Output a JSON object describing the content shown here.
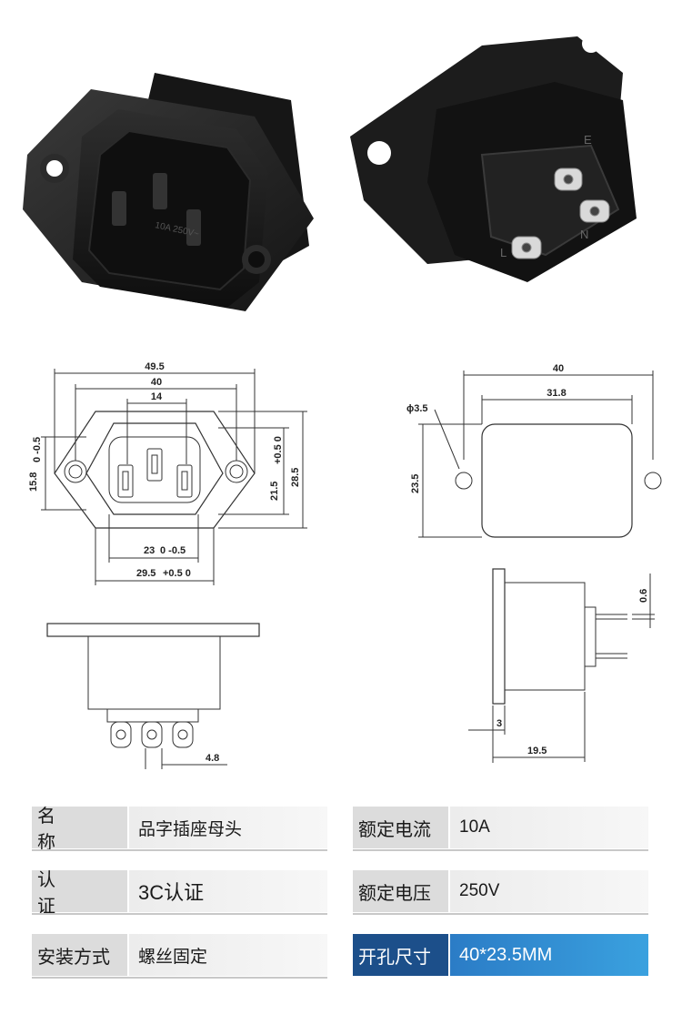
{
  "photos": {
    "front_face_text": "10A 250V~",
    "back_marks": [
      "E",
      "L",
      "N"
    ]
  },
  "drawings": {
    "front": {
      "w_overall": "49.5",
      "w_body": "40",
      "w_pins": "14",
      "h_left": "15.8",
      "h_left_tol": "0 -0.5",
      "h_mid": "21.5",
      "h_mid_tol": "+0.5 0",
      "h_right": "28.5",
      "b_inner": "23",
      "b_inner_tol": "0 -0.5",
      "b_outer": "29.5",
      "b_outer_tol": "+0.5 0"
    },
    "cutout": {
      "w_overall": "40",
      "w_body": "31.8",
      "hole_dia": "ϕ3.5",
      "height": "23.5"
    },
    "side": {
      "thickness": "0.6",
      "flange": "3",
      "depth": "19.5"
    },
    "bottom": {
      "pitch": "4.8"
    }
  },
  "specs": {
    "rows": [
      {
        "label": "名称",
        "value": "品字插座母头"
      },
      {
        "label": "额定电流",
        "value": "10A"
      },
      {
        "label": "认证",
        "value": "3C认证"
      },
      {
        "label": "额定电压",
        "value": "250V"
      },
      {
        "label": "安装方式",
        "value": "螺丝固定"
      },
      {
        "label": "开孔尺寸",
        "value": "40*23.5MM"
      }
    ],
    "colors": {
      "label_bg": "#dcdcdc",
      "highlight_label": "#1c4f8a",
      "highlight_value": "#3aa1df"
    }
  }
}
